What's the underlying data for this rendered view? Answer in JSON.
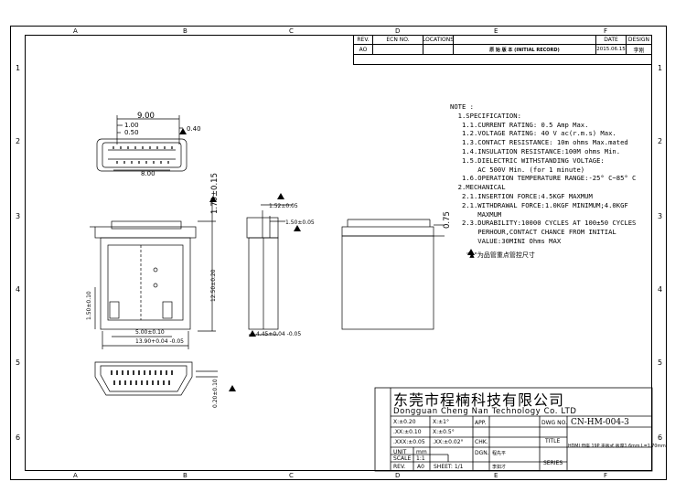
{
  "col_labels": [
    "A",
    "B",
    "C",
    "D",
    "E",
    "F"
  ],
  "row_labels": [
    "1",
    "2",
    "3",
    "4",
    "5",
    "6"
  ],
  "revision_table": {
    "headers": [
      "REV.",
      "ECN NO.",
      "LOCATIONS",
      "",
      "DATE",
      "DESIGN"
    ],
    "row": {
      "rev": "AO",
      "ecn": "",
      "loc": "",
      "desc": "原 始 版 本 (INITIAL RECORD)",
      "date": "2015.06.15",
      "design": "李刚"
    }
  },
  "notes": [
    "NOTE :",
    "  1.SPECIFICATION:",
    "   1.1.CURRENT RATING: 0.5 Amp Max.",
    "   1.2.VOLTAGE RATING: 40 V ac(r.m.s) Max.",
    "   1.3.CONTACT RESISTANCE: 10m ohms Max.mated",
    "   1.4.INSULATION RESISTANCE:100M ohms Min.",
    "   1.5.DIELECTRIC WITHSTANDING VOLTAGE:",
    "       AC 500V Min. (for 1 minute)",
    "   1.6.OPERATION TEMPERATURE RANGE:-25° C~85° C",
    "  2.MECHANICAL",
    "   2.1.INSERTION FORCE:4.5KGF MAXMUM",
    "   2.1.WITHDRAWAL FORCE:1.0KGF MINIMUM;4.0KGF",
    "       MAXMUM",
    "   2.3.DURABILITY:10000 CYCLES AT 100±50 CYCLES",
    "       PERHOUR,CONTACT CHANCE FROM INITIAL",
    "       VALUE:30MINI Ohms MAX"
  ],
  "key_note": "\"▲\"为品管重点管控尺寸",
  "dims": {
    "d900": "9.00",
    "d100": "1.00",
    "d050": "0.50",
    "d040": "0.40",
    "d800": "8.00",
    "d170": "1.70±0.15",
    "d1250": "12.50±0.20",
    "d150": "1.50±0.10",
    "d500": "5.00±0.10",
    "d1390": "13.90+0.04 -0.05",
    "d020": "0.20±0.10",
    "d152": "1.52±0.05",
    "d150b": "1.50±0.05",
    "d075": "0.75",
    "d445": "4.45+0.04 -0.05"
  },
  "title_block": {
    "company_cn": "东莞市程楠科技有限公司",
    "company_en": "Dongguan Cheng Nan Technology Co. LTD",
    "tol1": "X:±0.20",
    "tol2": "X:±1°",
    "tol3": ".XX:±0.10",
    "tol4": "X:±0.5°",
    "tol5": ".XXX:±0.05",
    "tol6": ".XX:±0.02°",
    "unit_label": "UNIT",
    "unit_val": "mm",
    "scale_label": "SCALE",
    "scale_val": "1:1",
    "rev_label": "REV.",
    "rev_val": "A0",
    "sheet": "SHEET: 1/1",
    "app": "APP.",
    "chk": "CHK.",
    "dgn": "DGN.",
    "dgn_name": "程先平",
    "rev_name": "李如才",
    "dwg_no_label": "DWG NO.",
    "dwg_no": "CN-HM-004-3",
    "title_label": "TITLE",
    "title": "HDMI 母座 19P 夹板式 板厚1.6mm L=1.70mm",
    "series_label": "SERIES",
    "series": ""
  }
}
